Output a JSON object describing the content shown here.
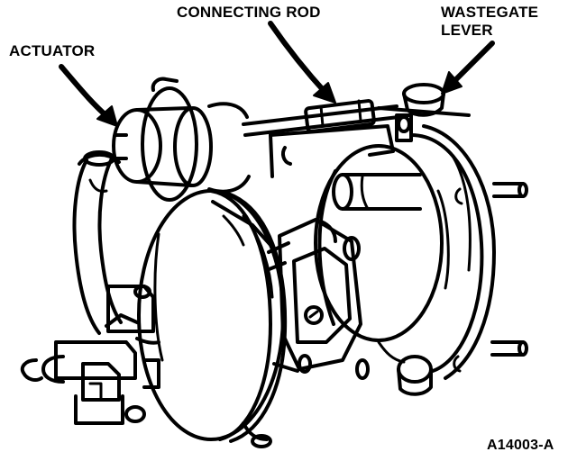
{
  "labels": {
    "actuator": "ACTUATOR",
    "connecting_rod": "CONNECTING ROD",
    "wastegate": "WASTEGATE",
    "lever": "LEVER"
  },
  "figure_id": "A14003-A",
  "colors": {
    "ink": "#000000",
    "paper": "#ffffff"
  }
}
